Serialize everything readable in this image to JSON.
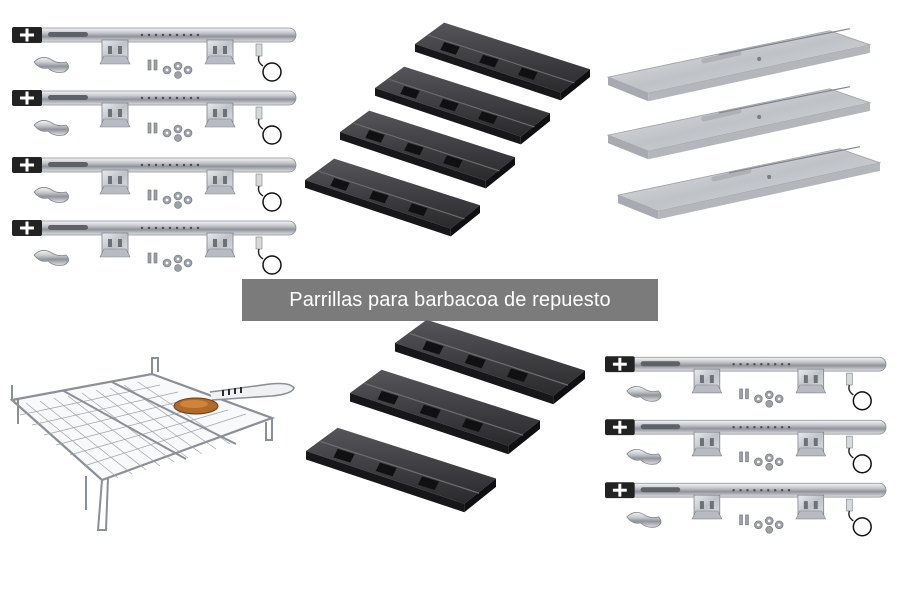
{
  "caption": {
    "text": "Parrillas para barbacoa de repuesto"
  },
  "colors": {
    "background": "#ffffff",
    "caption_bg": "#696969",
    "caption_text": "#ffffff",
    "heat_plate_dark": "#2b2b2d",
    "steel": "#c8cbd0"
  },
  "product_groups": [
    {
      "name": "burner-tubes",
      "count": 4
    },
    {
      "name": "black-heat-plates",
      "count": 4
    },
    {
      "name": "stainless-heat-plates",
      "count": 3
    },
    {
      "name": "chrome-cooking-grate",
      "count": 1
    },
    {
      "name": "black-heat-plates",
      "count": 3
    },
    {
      "name": "burner-tubes",
      "count": 3
    }
  ]
}
